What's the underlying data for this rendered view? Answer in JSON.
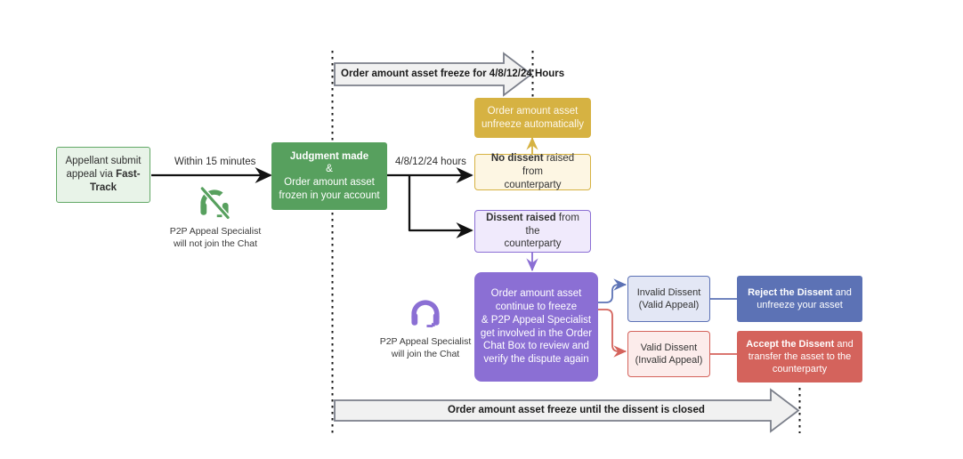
{
  "diagram": {
    "title": "P2P Fast-Track Appeal Dissent Flow",
    "colors": {
      "green_dark": "#57a05e",
      "green_light": "#e8f3e8",
      "yellow_dark": "#d6b242",
      "yellow_light": "#fdf6e3",
      "purple_dark": "#8b6fd4",
      "purple_light": "#f0eafc",
      "blue_dark": "#5c72b5",
      "blue_light": "#e3e7f5",
      "red_dark": "#d4635c",
      "red_light": "#fceceb",
      "arrow_black": "#111111",
      "banner_gray": "#f1f1f1",
      "banner_border": "#7b7f8a"
    },
    "nodes": {
      "appellant": {
        "line1": "Appellant submit",
        "line2_prefix": "appeal via ",
        "line2_bold": "Fast-Track"
      },
      "judgment": {
        "line1_bold": "Judgment made",
        "line2": "&",
        "line3": "Order amount asset",
        "line4": "frozen in your account"
      },
      "unfreeze": {
        "text": "Order amount asset\nunfreeze automatically"
      },
      "no_dissent": {
        "bold": "No dissent",
        "rest": " raised from",
        "line2": "counterparty"
      },
      "dissent_raised": {
        "bold": "Dissent raised",
        "rest": " from the",
        "line2": "counterparty"
      },
      "continue_freeze": {
        "text": "Order amount asset\ncontinue to freeze\n& P2P Appeal Specialist\nget involved in the Order\nChat Box to review and\nverify the dispute again"
      },
      "invalid_dissent": {
        "line1": "Invalid Dissent",
        "line2": "(Valid Appeal)"
      },
      "valid_dissent": {
        "line1": "Valid Dissent",
        "line2": "(Invalid Appeal)"
      },
      "reject": {
        "bold": "Reject the Dissent",
        "rest": " and",
        "line2": "unfreeze your asset"
      },
      "accept": {
        "bold": "Accept the Dissent",
        "rest": " and",
        "line2": "transfer the asset to the",
        "line3": "counterparty"
      }
    },
    "edge_labels": {
      "within_15_minutes": "Within 15 minutes",
      "hours_branch": "4/8/12/24 hours"
    },
    "banners": {
      "top": "Order amount asset freeze for 4/8/12/24 Hours",
      "bottom": "Order amount asset freeze until the dissent is closed"
    },
    "icons": {
      "headset_off": {
        "name": "headset-off-icon",
        "caption": "P2P Appeal Specialist\nwill not join the Chat",
        "color": "#57a05e"
      },
      "headset_on": {
        "name": "headset-icon",
        "caption": "P2P Appeal Specialist\nwill  join the Chat",
        "color": "#8b6fd4"
      }
    }
  }
}
